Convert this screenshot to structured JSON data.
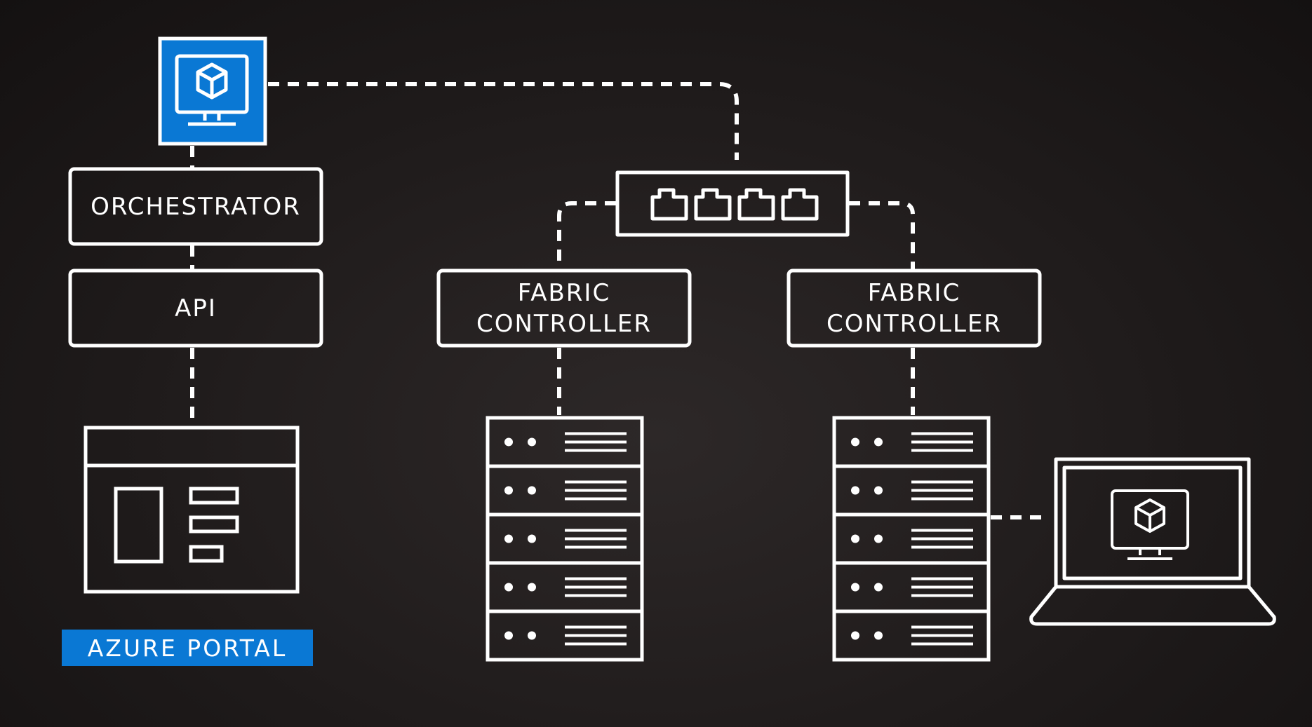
{
  "colors": {
    "background": "#1f1b1b",
    "line": "#ffffff",
    "accent": "#0a78d4"
  },
  "boxes": {
    "orchestrator": "ORCHESTRATOR",
    "api": "API",
    "fabric_controller_left": "FABRIC\nCONTROLLER",
    "fabric_controller_right": "FABRIC\nCONTROLLER"
  },
  "badge": {
    "azure_portal": "AZURE PORTAL"
  },
  "icons": {
    "vm": "vm-monitor-cube-icon",
    "switch": "network-switch-icon",
    "portal": "portal-window-icon",
    "server_rack": "server-rack-icon",
    "laptop": "laptop-vm-icon"
  },
  "server_rack_units": 5
}
